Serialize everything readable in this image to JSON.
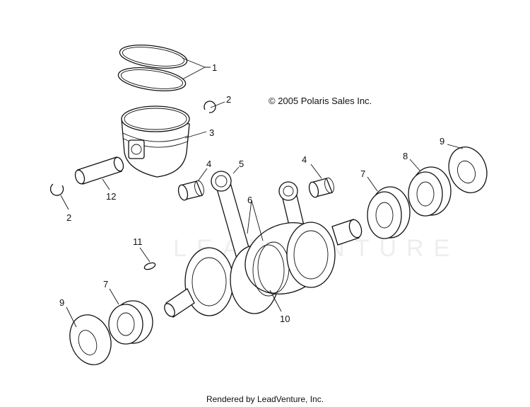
{
  "copyright": "© 2005 Polaris Sales Inc.",
  "footer": "Rendered by LeadVenture, Inc.",
  "watermark": "LEADVENTURE",
  "callouts": {
    "ring_set": "1",
    "clip_right": "2",
    "piston": "3",
    "bearing_left": "4",
    "conrod": "5",
    "washers": "6",
    "seal_right": "7",
    "bearing_right": "8",
    "seal_far_right": "9",
    "woodruff_key": "11",
    "piston_pin": "12",
    "clip_left": "2",
    "bearing_small_right": "4",
    "seal_left_outer": "9",
    "bearing_left_main": "7",
    "crank_center": "10"
  }
}
